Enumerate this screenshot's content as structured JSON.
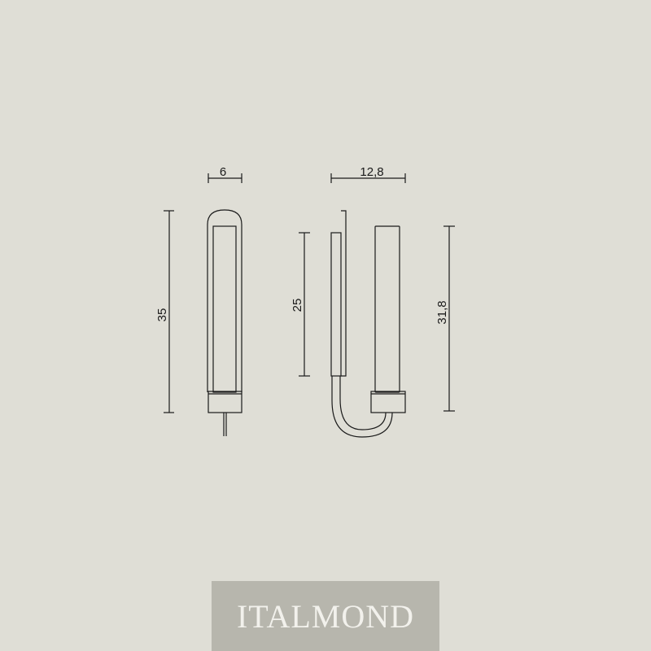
{
  "dimensions": {
    "front_width": "6",
    "front_height": "35",
    "side_depth": "12,8",
    "backplate_height": "25",
    "side_height": "31,8"
  },
  "brand": {
    "logo_text": "ITALMOND"
  },
  "colors": {
    "background": "#dfded6",
    "line": "#1a1a1a",
    "logo_band": "#b7b6ad",
    "logo_text": "#f2f1ec"
  }
}
